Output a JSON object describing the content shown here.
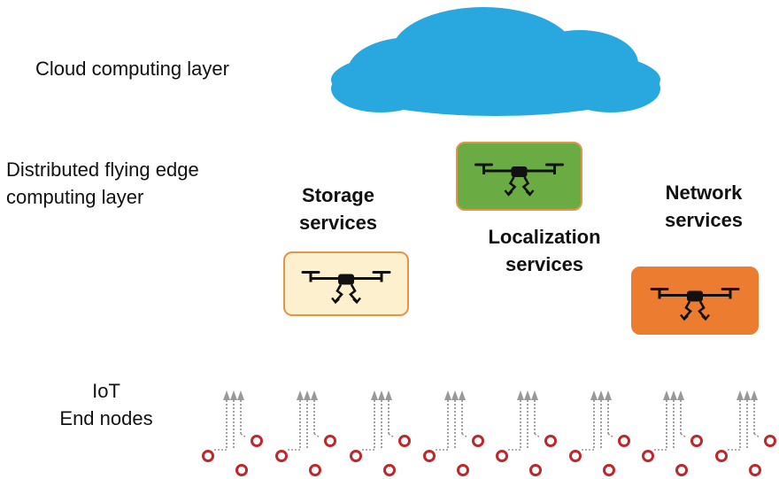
{
  "layers": {
    "cloud": {
      "label": "Cloud computing layer"
    },
    "edge": {
      "label_line1": "Distributed flying edge",
      "label_line2": "computing layer"
    },
    "iot": {
      "label_line1": "IoT",
      "label_line2": "End nodes"
    }
  },
  "services": {
    "storage": {
      "line1": "Storage",
      "line2": "services",
      "box_fill": "#fdf0cf",
      "box_border": "#e3954a"
    },
    "localization": {
      "line1": "Localization",
      "line2": "services",
      "box_fill": "#6aab44",
      "box_border": "#e3954a"
    },
    "network": {
      "line1": "Network",
      "line2": "services",
      "box_fill": "#ec7c30",
      "box_border": "#ec7c30"
    }
  },
  "colors": {
    "cloud": "#29a8df",
    "node_ring": "#c0272d",
    "arrow": "#999999",
    "drone": "#111111"
  },
  "icons": {
    "drone": "drone-icon",
    "cloud": "cloud-icon",
    "node": "node-circle-icon"
  }
}
